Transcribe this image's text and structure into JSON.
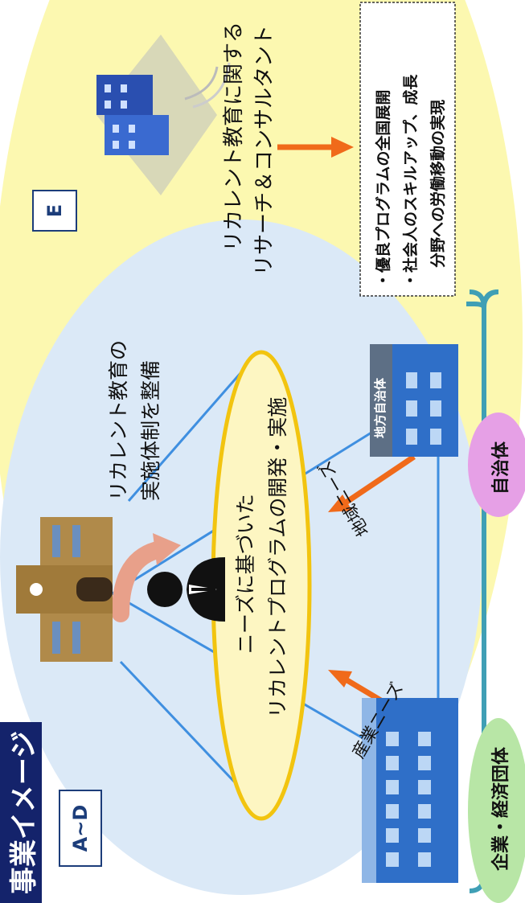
{
  "title": "事業イメージ",
  "badge_ad": "A~D",
  "badge_e": "E",
  "center_text": [
    "ニーズに基づいた",
    "リカレントプログラムの開発・実施"
  ],
  "university_caption": [
    "リカレント教育の",
    "実施体制を整備"
  ],
  "company_label": "企業・経済団体",
  "municipality_label": "自治体",
  "industry_needs": "産業ニーズ",
  "regional_needs": "地域ニーズ",
  "municipality_sign": "地方自治体",
  "research_text": [
    "リカレント教育に関する",
    "リサーチ＆コンサルタント"
  ],
  "outcomes": [
    "・優良プログラムの全国展開",
    "・社会人のスキルアップ、成長",
    "分野への労働移動の実現"
  ],
  "colors": {
    "title_bg": "#14236b",
    "yellow_zone": "#fcf8b0",
    "blue_zone": "#dbe9f7",
    "center_ellipse": "#fdf6c2",
    "ellipse_border": "#f2c40f",
    "arrow_orange": "#f06a1a",
    "teal_brace": "#3f9fb5",
    "green_label": "#b8e6a6",
    "pink_label": "#e6a0e6",
    "network_line": "#3f8fe0"
  },
  "icons": [
    "university-building-icon",
    "office-building-icon",
    "municipality-building-icon",
    "consulting-building-icon",
    "businessman-icon"
  ]
}
